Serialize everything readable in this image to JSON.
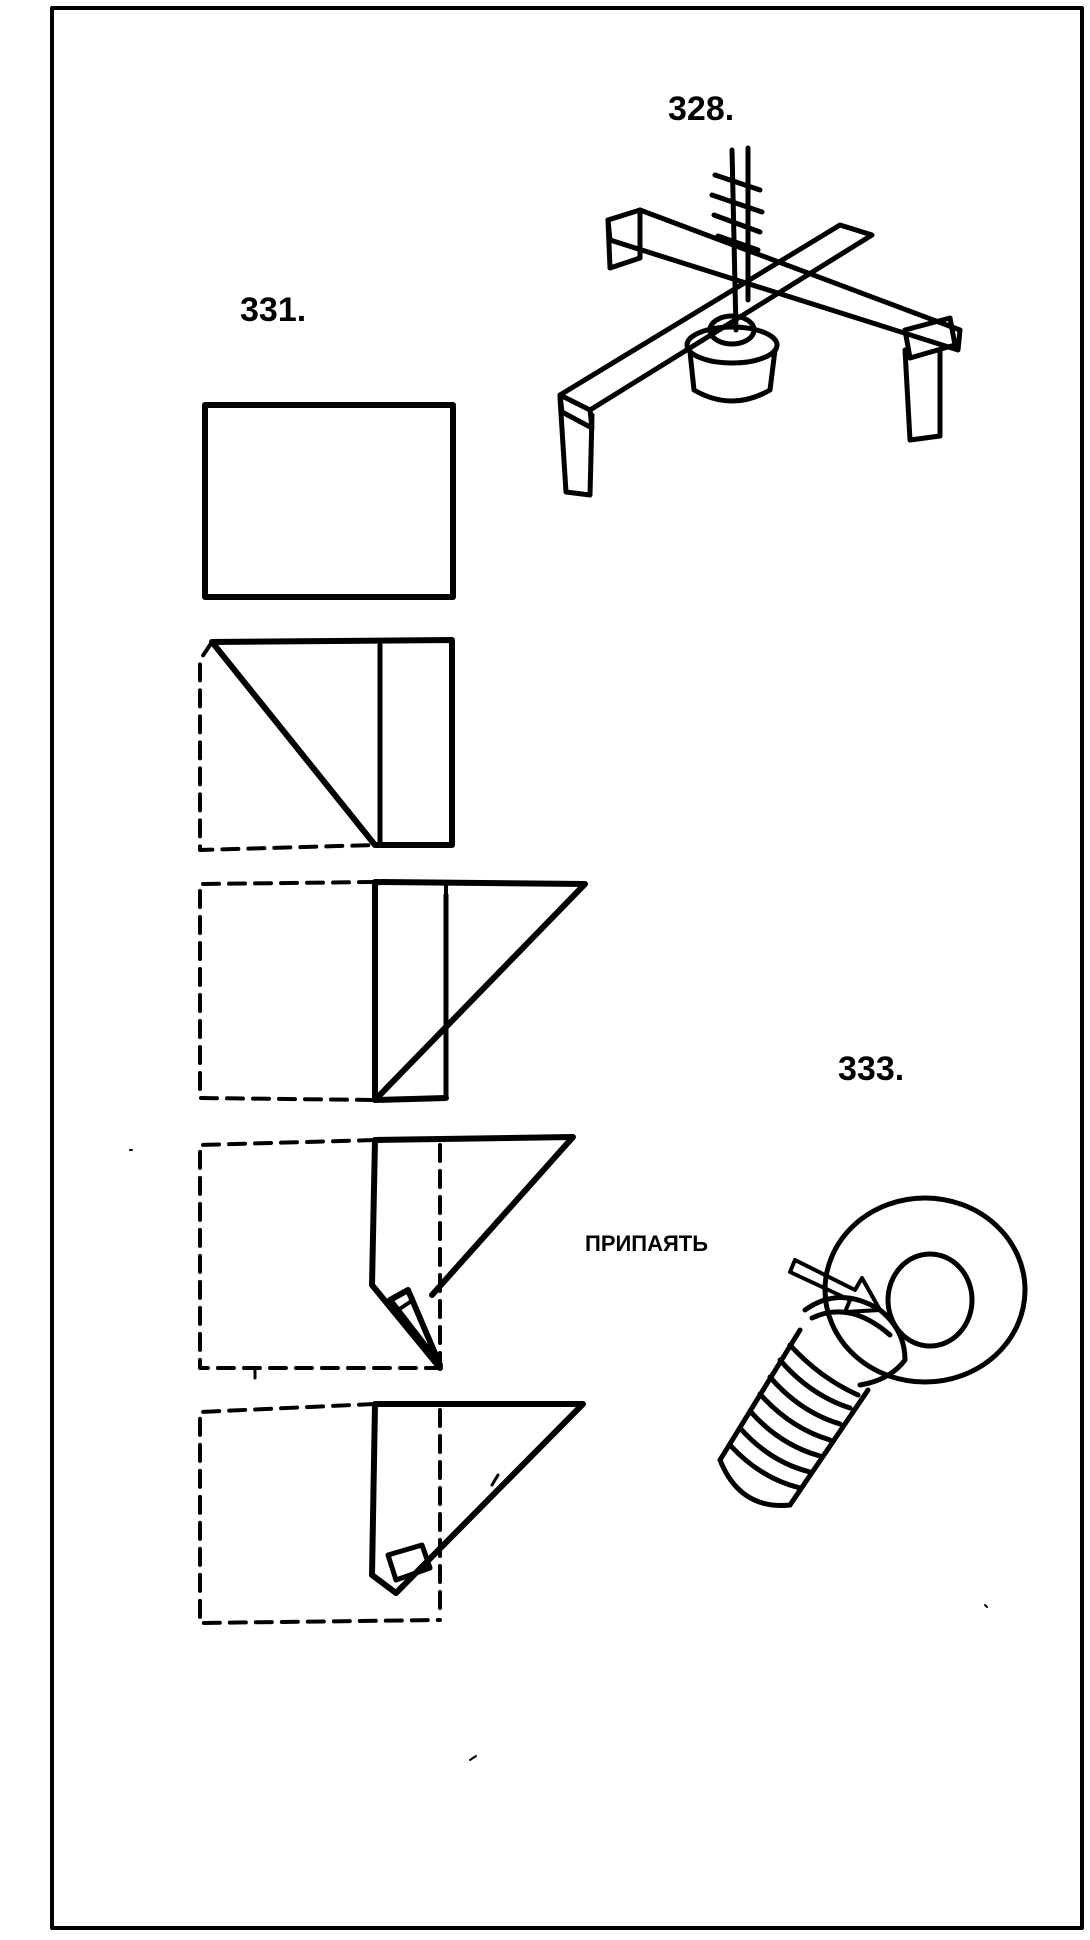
{
  "page": {
    "ink_color": "#000000",
    "paper_color": "#ffffff"
  },
  "figures": [
    {
      "number": "328.",
      "subject": "cross-frame-stand"
    },
    {
      "number": "331.",
      "subject": "paper-folding-steps"
    },
    {
      "number": "333.",
      "subject": "eyelet-and-screw"
    }
  ],
  "annotations": {
    "solder_label": "ПРИПАЯТЬ"
  }
}
